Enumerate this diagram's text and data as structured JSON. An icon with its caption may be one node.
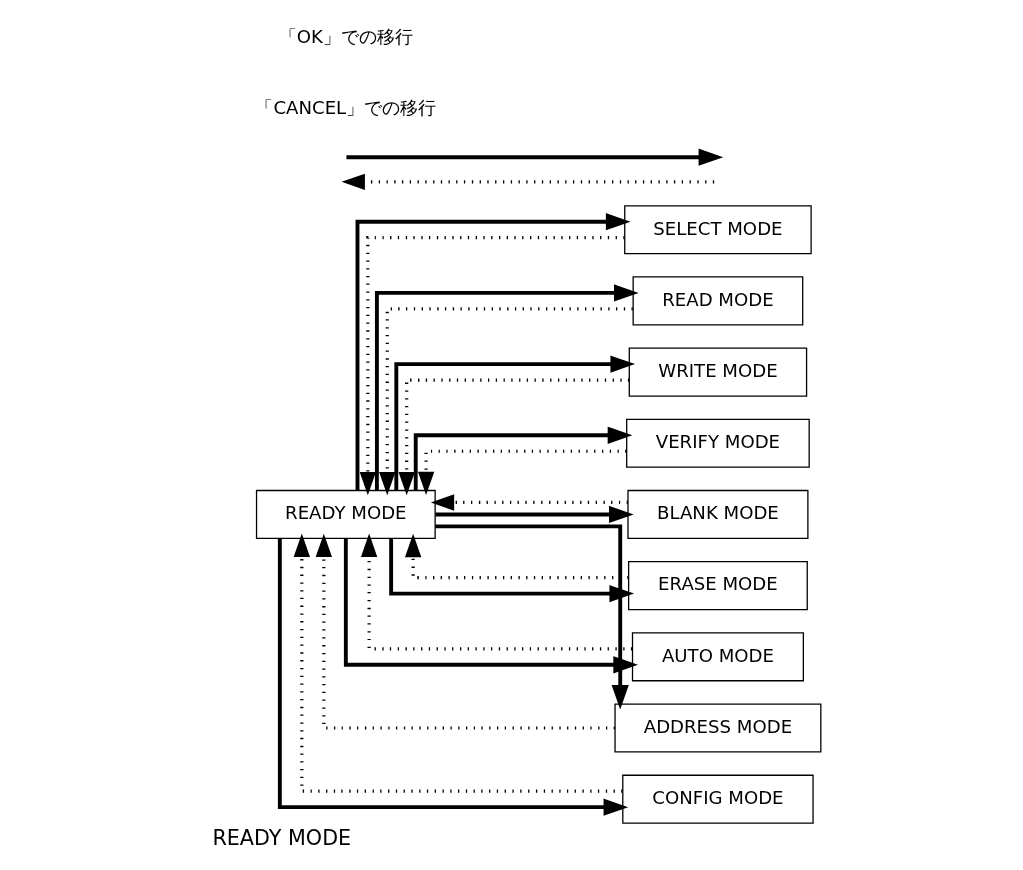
{
  "diagram": {
    "caption": "READY MODE",
    "nodes": [
      {
        "text": [
          "READY MODE"
        ]
      },
      {
        "text": [
          "SELECT MODE"
        ]
      },
      {
        "text": [
          "READ MODE"
        ]
      },
      {
        "text": [
          "WRITE MODE"
        ]
      },
      {
        "text": [
          "VERIFY MODE"
        ]
      },
      {
        "text": [
          "BLANK MODE"
        ]
      },
      {
        "text": [
          "ERASE MODE"
        ]
      },
      {
        "text": [
          "AUTO MODE"
        ]
      },
      {
        "text": [
          "ADDRESS MODE"
        ]
      },
      {
        "text": [
          "CONFIG MODE"
        ]
      }
    ],
    "edges": [
      {
        "from": 0,
        "to": 1,
        "arrow": "to"
      },
      {
        "from": 0,
        "to": 2,
        "arrow": "to"
      },
      {
        "from": 0,
        "to": 3,
        "arrow": "to"
      },
      {
        "from": 0,
        "to": 4,
        "arrow": "to"
      },
      {
        "from": 0,
        "to": 5,
        "arrow": "to"
      },
      {
        "from": 0,
        "to": 6,
        "arrow": "to"
      },
      {
        "from": 0,
        "to": 7,
        "arrow": "to"
      },
      {
        "from": 0,
        "to": 8,
        "arrow": "to"
      },
      {
        "from": 0,
        "to": 9,
        "arrow": "to"
      },
      {
        "from": 1,
        "to": 0,
        "arrow": "to",
        "style": "dashed"
      },
      {
        "from": 2,
        "to": 0,
        "arrow": "to",
        "style": "dashed"
      },
      {
        "from": 3,
        "to": 0,
        "arrow": "to",
        "style": "dashed"
      },
      {
        "from": 4,
        "to": 0,
        "arrow": "to",
        "style": "dashed"
      },
      {
        "from": 5,
        "to": 0,
        "arrow": "to",
        "style": "dashed"
      },
      {
        "from": 6,
        "to": 0,
        "arrow": "to",
        "style": "dashed"
      },
      {
        "from": 7,
        "to": 0,
        "arrow": "to",
        "style": "dashed"
      },
      {
        "from": 8,
        "to": 0,
        "arrow": "to",
        "style": "dashed"
      },
      {
        "from": 9,
        "to": 0,
        "arrow": "to",
        "style": "dashed"
      }
    ],
    "legend": [
      {
        "text": "「OK」での移行"
      },
      {
        "text": "「CANCEL」での移行"
      }
    ]
  }
}
